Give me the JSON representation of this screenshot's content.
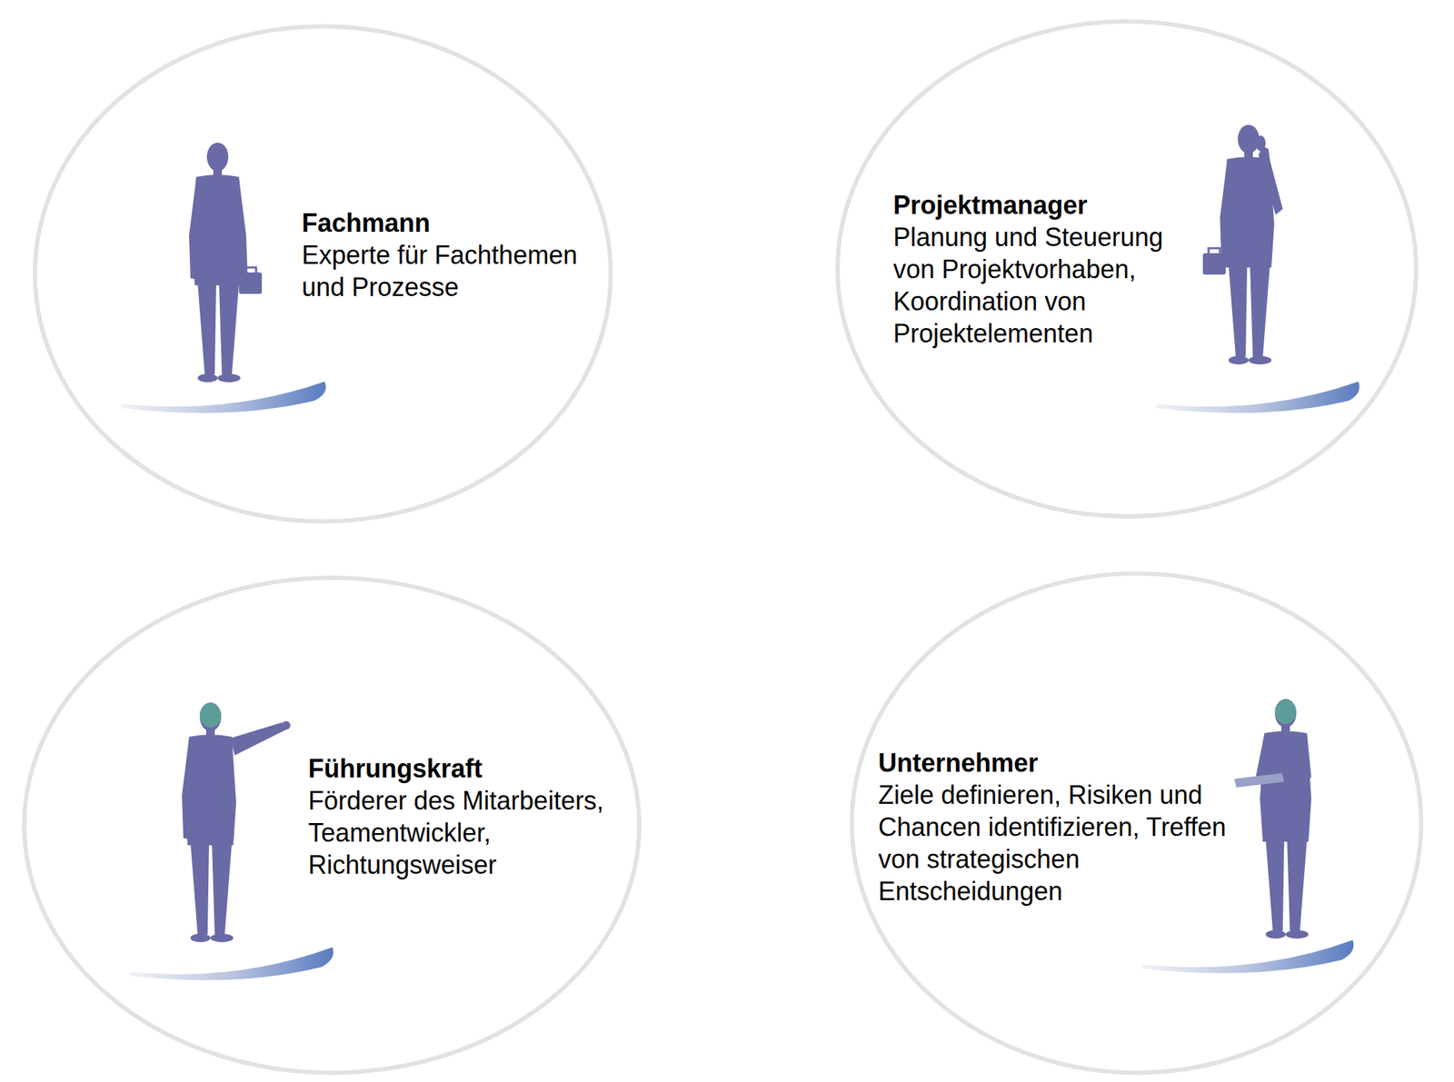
{
  "diagram": {
    "nodes": [
      {
        "text": [
          "Fachmann",
          "Experte für Fachthemen und Prozesse"
        ]
      },
      {
        "text": [
          "Projektmanager",
          "Planung und Steuerung von Projektvorhaben, Koordination von Projektelementen"
        ]
      },
      {
        "text": [
          "Führungskraft",
          "Förderer des Mitarbeiters, Teamentwickler, Richtungsweiser"
        ]
      },
      {
        "text": [
          "Unternehmer",
          "Ziele definieren, Risiken und Chancen identifizieren, Treffen von strategischen Entscheidungen"
        ]
      }
    ]
  }
}
